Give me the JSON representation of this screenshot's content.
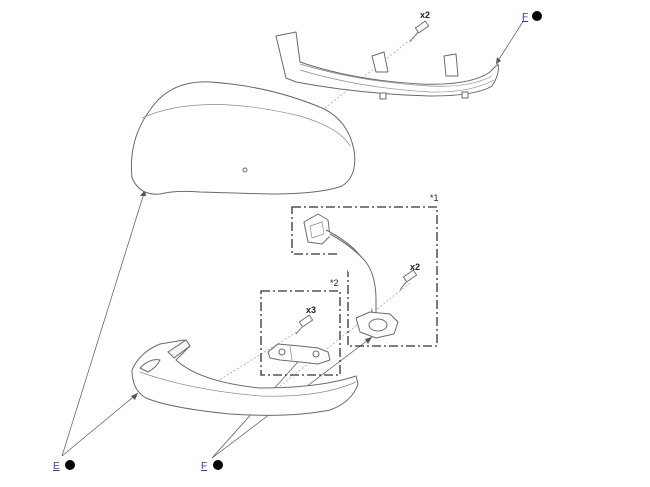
{
  "callouts": {
    "top_right": "F",
    "bottom_left": "E",
    "bottom_mid": "F"
  },
  "quantities": {
    "top_screw": "x2",
    "right_screw": "x2",
    "left_screw": "x3"
  },
  "notes": {
    "box1": "*1",
    "box2": "*2"
  }
}
